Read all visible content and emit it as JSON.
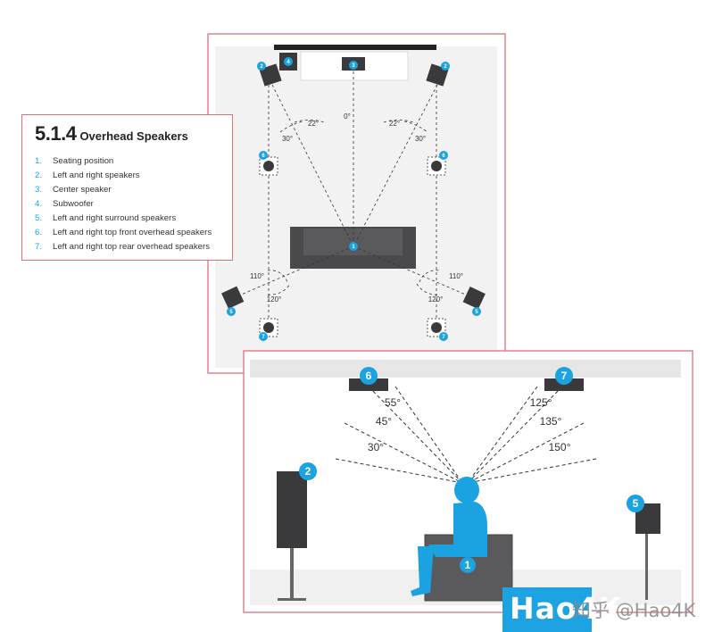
{
  "legend": {
    "title_number": "5.1.4",
    "title_text": "Overhead Speakers",
    "items": [
      {
        "num": "1.",
        "label": "Seating position"
      },
      {
        "num": "2.",
        "label": "Left and right speakers"
      },
      {
        "num": "3.",
        "label": "Center speaker"
      },
      {
        "num": "4.",
        "label": "Subwoofer"
      },
      {
        "num": "5.",
        "label": "Left and right surround speakers"
      },
      {
        "num": "6.",
        "label": "Left and right top front overhead speakers"
      },
      {
        "num": "7.",
        "label": "Left and right top rear overhead speakers"
      }
    ]
  },
  "top_view": {
    "badges": {
      "left_front": "2",
      "right_front": "2",
      "subwoofer": "4",
      "center": "3",
      "left_top_front": "6",
      "right_top_front": "6",
      "seat": "1",
      "left_surround": "5",
      "right_surround": "5",
      "left_top_rear": "7",
      "right_top_rear": "7"
    },
    "angles": {
      "center": "0°",
      "left_22": "22°",
      "left_30": "30°",
      "right_22": "22°",
      "right_30": "30°",
      "left_110": "110°",
      "left_120": "120°",
      "right_110": "110°",
      "right_120": "120°"
    }
  },
  "side_view": {
    "badges": {
      "top_front": "6",
      "top_rear": "7",
      "front": "2",
      "surround": "5",
      "seat": "1"
    },
    "angles": {
      "f55": "55°",
      "f45": "45°",
      "f30": "30°",
      "r125": "125°",
      "r135": "135°",
      "r150": "150°"
    }
  },
  "watermark": {
    "brand": "Hao4K",
    "zh": "知乎 @Hao4K"
  },
  "colors": {
    "accent": "#1aa3e0",
    "border": "#d9737a",
    "speaker": "#3a3a3c",
    "person": "#1aa3e0",
    "wall": "#e6e6e6"
  }
}
